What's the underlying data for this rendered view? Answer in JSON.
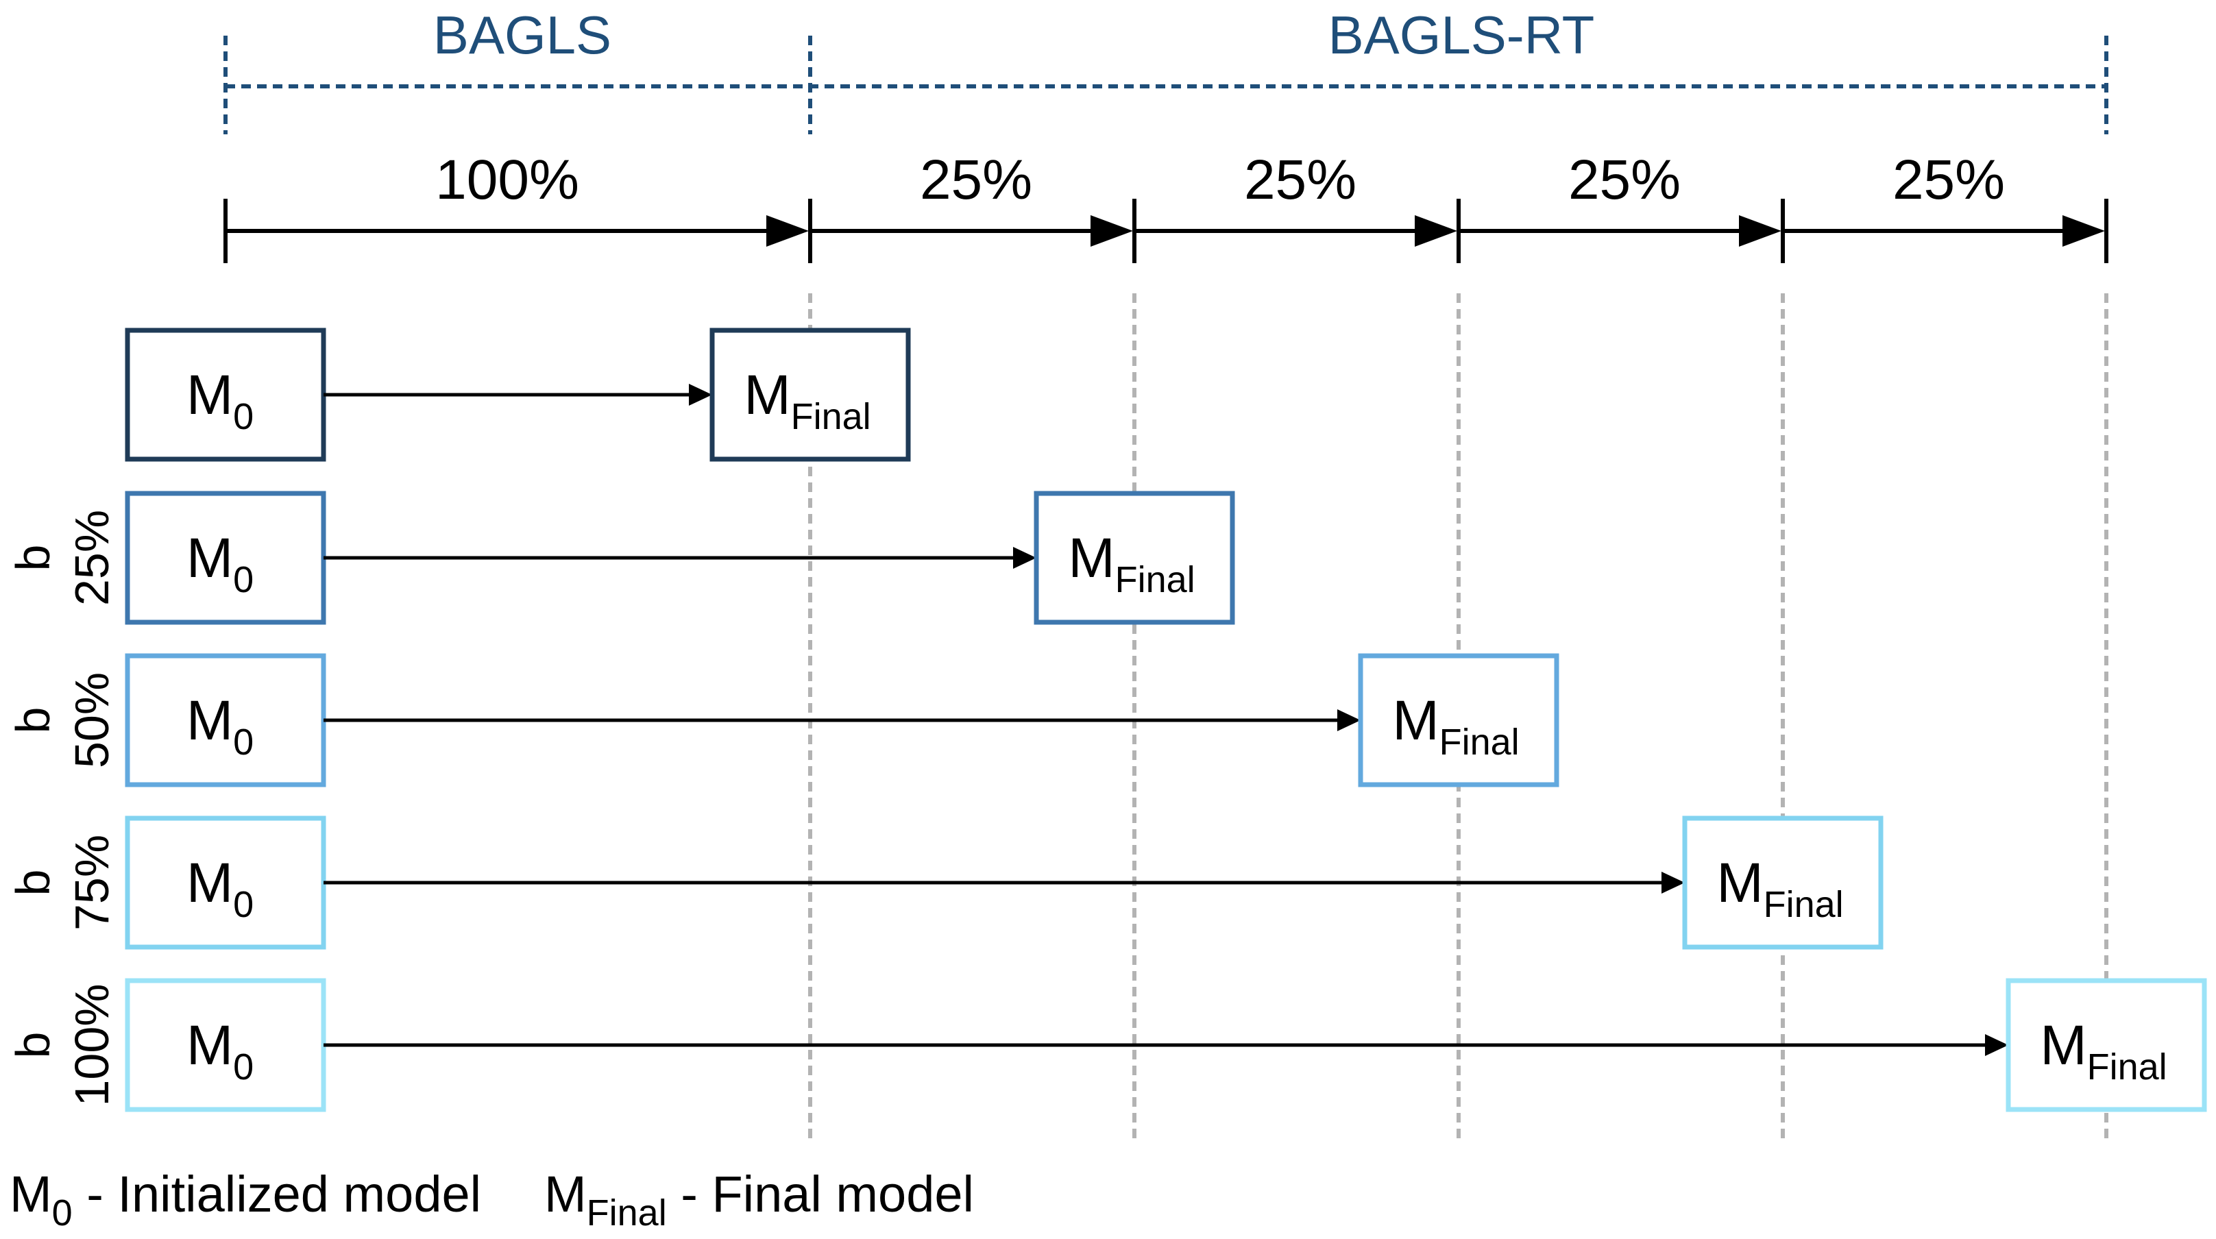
{
  "header": {
    "groups": [
      {
        "label": "BAGLS"
      },
      {
        "label": "BAGLS-RT"
      }
    ],
    "segments": [
      {
        "label": "100%"
      },
      {
        "label": "25%"
      },
      {
        "label": "25%"
      },
      {
        "label": "25%"
      },
      {
        "label": "25%"
      }
    ]
  },
  "rows": [
    {
      "label_prefix": "",
      "label_pct": "",
      "start": {
        "main": "M",
        "sub": "0"
      },
      "end": {
        "main": "M",
        "sub": "Final"
      },
      "color": "#1F3B57"
    },
    {
      "label_prefix": "b",
      "label_pct": "25%",
      "start": {
        "main": "M",
        "sub": "0"
      },
      "end": {
        "main": "M",
        "sub": "Final"
      },
      "color": "#3E77AE"
    },
    {
      "label_prefix": "b",
      "label_pct": "50%",
      "start": {
        "main": "M",
        "sub": "0"
      },
      "end": {
        "main": "M",
        "sub": "Final"
      },
      "color": "#63A9DE"
    },
    {
      "label_prefix": "b",
      "label_pct": "75%",
      "start": {
        "main": "M",
        "sub": "0"
      },
      "end": {
        "main": "M",
        "sub": "Final"
      },
      "color": "#82D3F0"
    },
    {
      "label_prefix": "b",
      "label_pct": "100%",
      "start": {
        "main": "M",
        "sub": "0"
      },
      "end": {
        "main": "M",
        "sub": "Final"
      },
      "color": "#9BE3F7"
    }
  ],
  "legend": [
    {
      "main": "M",
      "sub": "0",
      "text": " - Initialized model"
    },
    {
      "main": "M",
      "sub": "Final",
      "text": " - Final model"
    }
  ],
  "colors": {
    "header_text": "#1F4E79",
    "header_dash": "#1F4E79",
    "timeline": "#000000",
    "guides": "#B3B3B3"
  }
}
